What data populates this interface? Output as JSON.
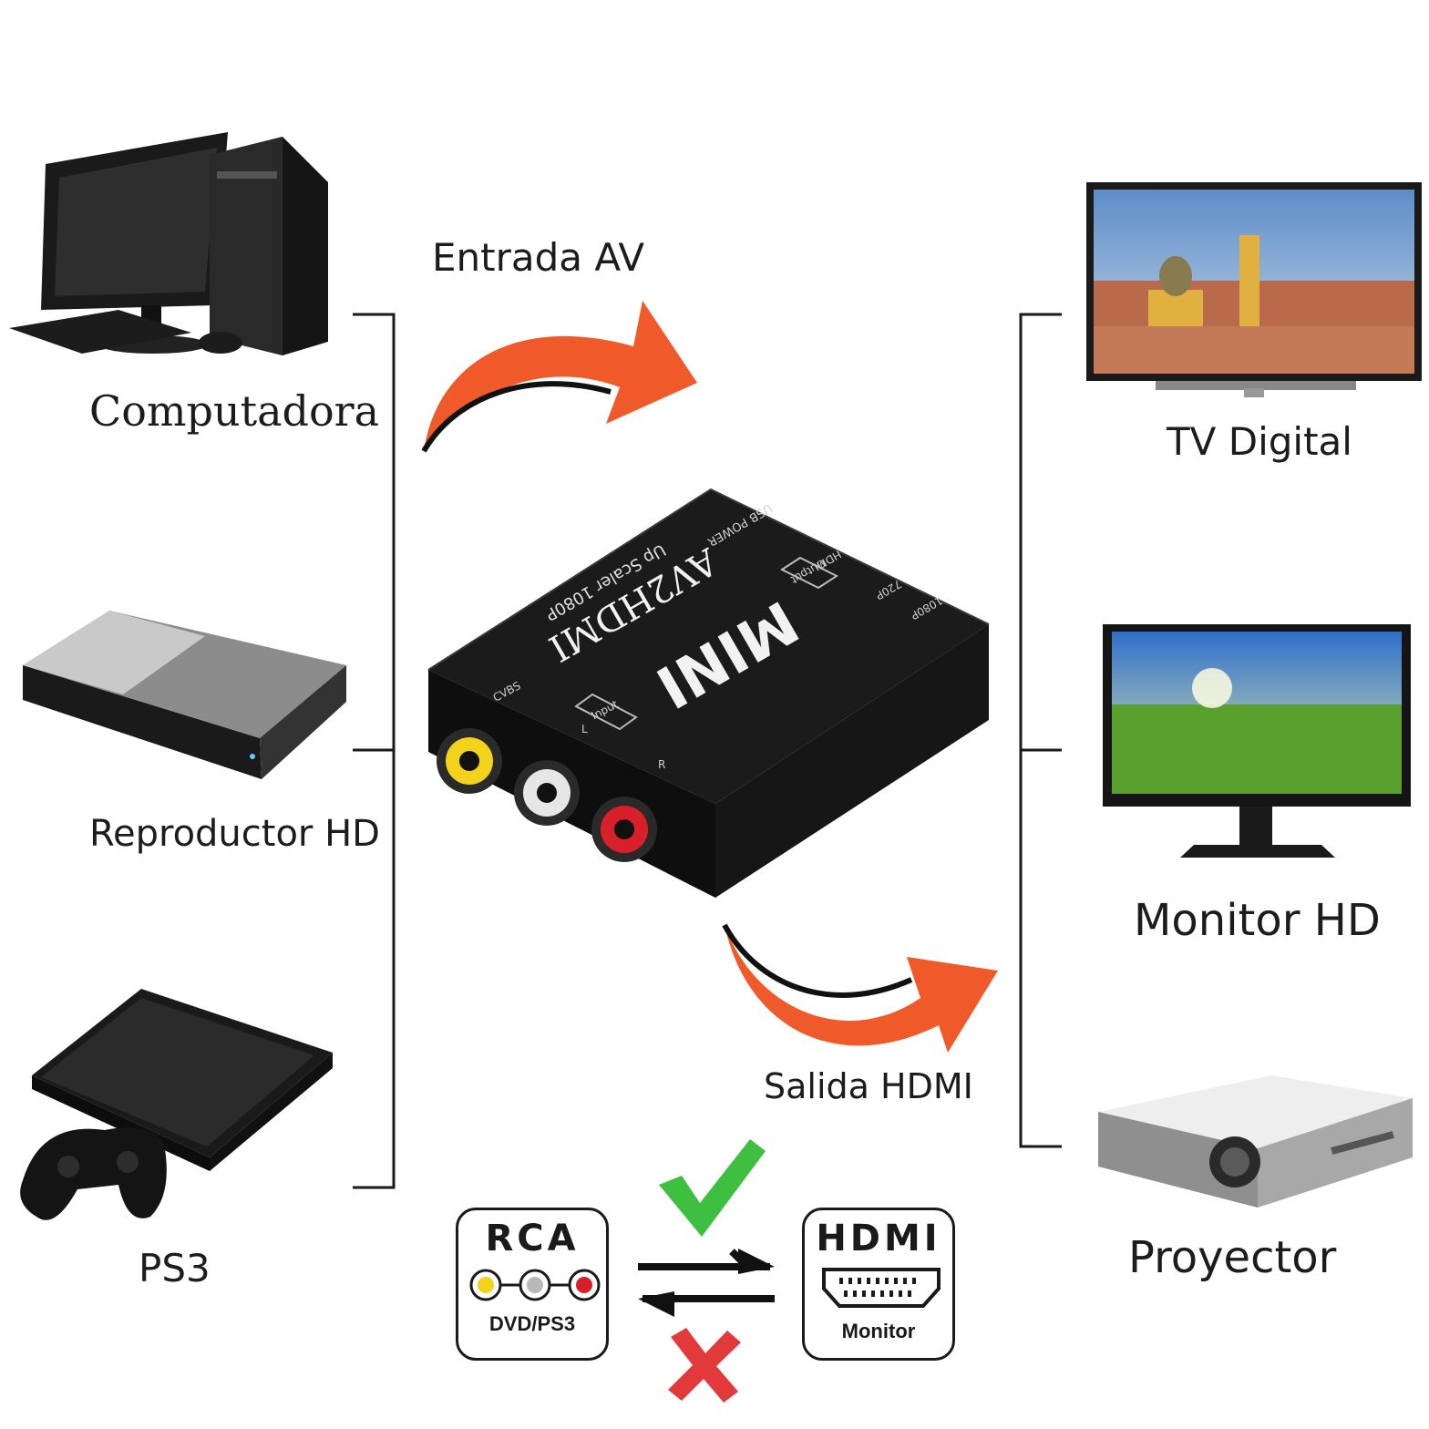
{
  "arrows": {
    "input_label": "Entrada AV",
    "output_label": "Salida HDMI"
  },
  "sources": [
    {
      "label": "Computadora",
      "icon": "computer-icon"
    },
    {
      "label": "Reproductor HD",
      "icon": "bluray-player-icon"
    },
    {
      "label": "PS3",
      "icon": "game-console-icon"
    }
  ],
  "outputs": [
    {
      "label": "TV Digital",
      "icon": "tv-icon"
    },
    {
      "label": "Monitor HD",
      "icon": "monitor-icon"
    },
    {
      "label": "Proyector",
      "icon": "projector-icon"
    }
  ],
  "device": {
    "brand": "MINI",
    "model": "AV2HDMI",
    "subtitle": "Up Scaler 1080P",
    "usb_power": "USB POWER",
    "output_tag": "Output",
    "hdmi_tag": "HDMI",
    "res_1080": "1080P",
    "res_720": "720P",
    "input_tag": "Input",
    "cvbs_tag": "CVBS",
    "left_tag": "L",
    "right_tag": "R"
  },
  "compat": {
    "rca_title": "RCA",
    "rca_sub": "DVD/PS3",
    "hdmi_title": "HDMI",
    "hdmi_sub": "Monitor",
    "supported_icon": "check-icon",
    "unsupported_icon": "cross-icon"
  },
  "colors": {
    "arrow": "#f05a2a",
    "check": "#3fbf3f",
    "cross": "#e23a3a",
    "rca_yellow": "#f2d21b",
    "rca_white": "#e6e6e6",
    "rca_red": "#d8202a"
  }
}
